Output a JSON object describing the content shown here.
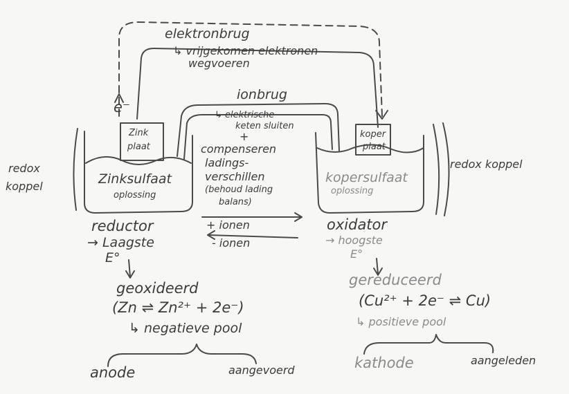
{
  "electron_bridge": {
    "title": "elektronbrug",
    "note_line1": "↳ vrijgekomen elektronen",
    "note_line2": "wegvoeren",
    "electron_symbol": "e⁻"
  },
  "ion_bridge": {
    "title": "ionbrug",
    "note_line1": "↳ elektrische",
    "note_line2": "keten sluiten",
    "plus": "+",
    "comp_line1": "compenseren",
    "comp_line2": "ladings-",
    "comp_line3": "verschillen",
    "comp_line4": "(behoud lading",
    "comp_line5": "balans)",
    "plus_ions": "+ ionen",
    "minus_ions": "- ionen"
  },
  "left_halfcell": {
    "redox_line1": "redox",
    "redox_line2": "koppel",
    "plate_line1": "Zink",
    "plate_line2": "plaat",
    "solution_line1": "Zinksulfaat",
    "solution_line2": "oplossing",
    "role": "reductor",
    "potential_line1": "→ Laagste",
    "potential_line2": "E°",
    "process": "geoxideerd",
    "reaction": "(Zn ⇌ Zn²⁺ + 2e⁻)",
    "pole": "↳ negatieve pool",
    "electrode": "anode",
    "electrode_note": "aangevoerd"
  },
  "right_halfcell": {
    "redox_line1": "redox koppel",
    "plate_line1": "koper",
    "plate_line2": "plaat",
    "solution_line1": "kopersulfaat",
    "solution_line2": "oplossing",
    "role": "oxidator",
    "potential_line1": "→ hoogste",
    "potential_line2": "E°",
    "process": "gereduceerd",
    "reaction": "(Cu²⁺ + 2e⁻ ⇌ Cu)",
    "pole": "↳ positieve pool",
    "electrode": "kathode",
    "electrode_note": "aangeleden"
  }
}
